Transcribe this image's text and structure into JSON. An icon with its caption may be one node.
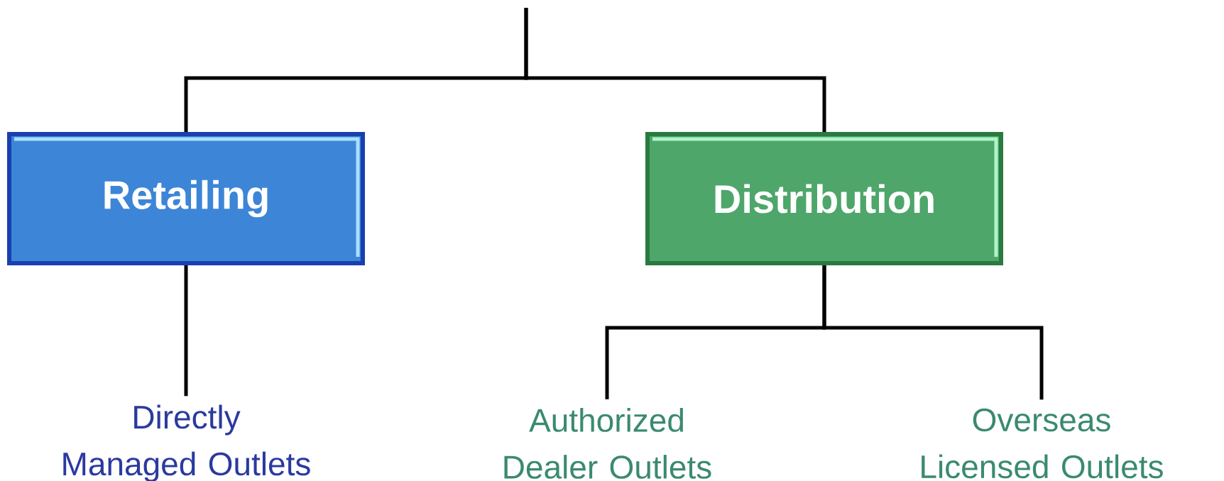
{
  "diagram": {
    "nodes": [
      {
        "text": [
          "Retailing"
        ]
      },
      {
        "text": [
          "Distribution"
        ]
      },
      {
        "text": [
          "Directly Managed Outlets"
        ]
      },
      {
        "text": [
          "Authorized Dealer Outlets"
        ]
      },
      {
        "text": [
          "Overseas Licensed Outlets"
        ]
      }
    ],
    "edges": [
      {
        "from": null,
        "to": 0,
        "arrow": "none"
      },
      {
        "from": null,
        "to": 1,
        "arrow": "none"
      },
      {
        "from": 0,
        "to": 2,
        "arrow": "none"
      },
      {
        "from": 1,
        "to": 3,
        "arrow": "none"
      },
      {
        "from": 1,
        "to": 4,
        "arrow": "none"
      }
    ]
  }
}
